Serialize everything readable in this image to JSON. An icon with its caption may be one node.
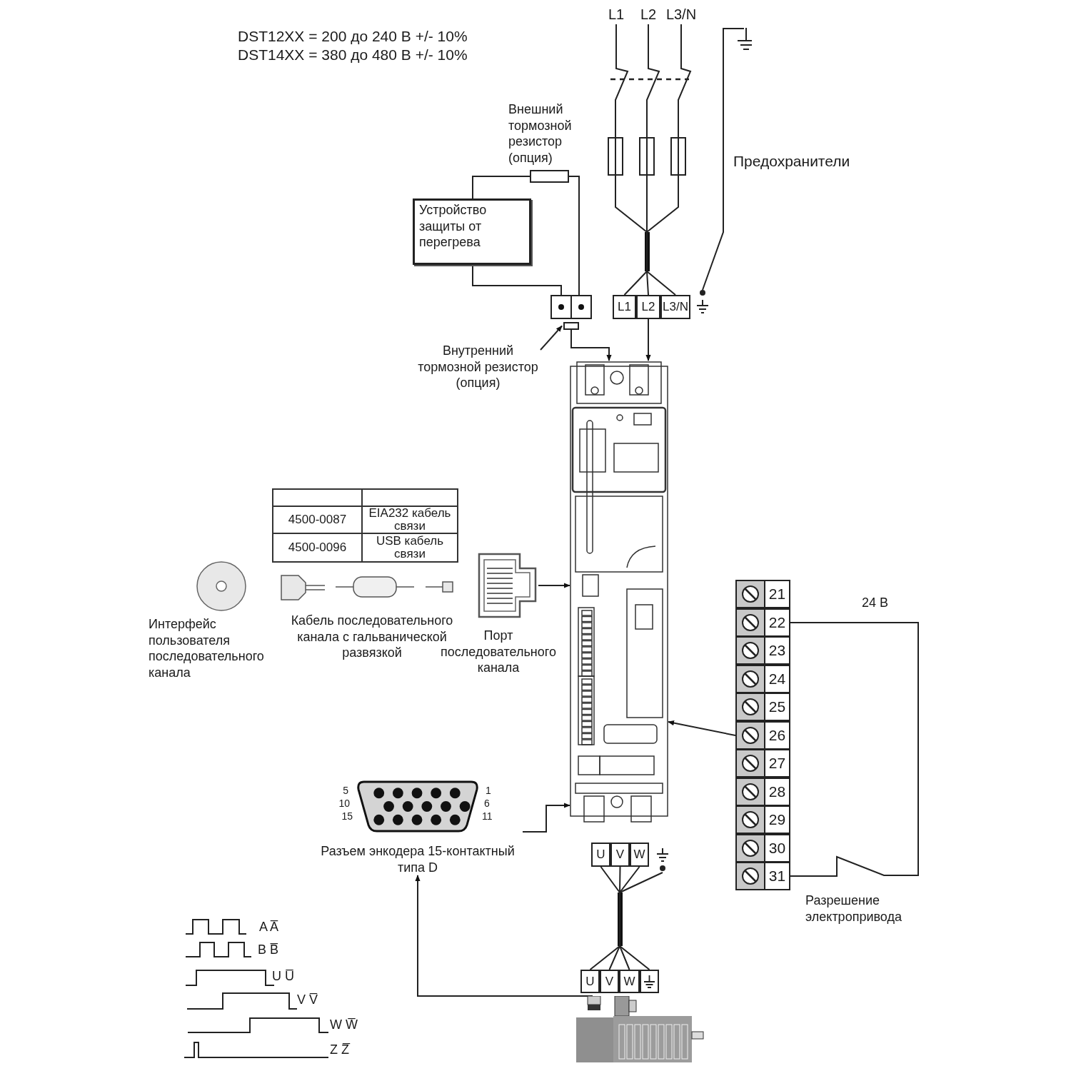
{
  "diagram": {
    "nodes": [
      {
        "text": [
          "L1"
        ]
      },
      {
        "text": [
          "L2"
        ]
      },
      {
        "text": [
          "L3/N"
        ]
      },
      {
        "text": [],
        "shape": "ground"
      },
      {
        "text": [],
        "shape": "box",
        "beside": [
          "Внешний тормозной резистор (опция)"
        ]
      },
      {
        "text": [
          "Устройство защиты от перегрева"
        ]
      },
      {
        "text": [],
        "shape": "box"
      },
      {
        "text": [],
        "shape": "box"
      },
      {
        "text": [
          "Внутренний тормозной резистор (опция)"
        ]
      },
      {
        "text": [
          "L1"
        ]
      },
      {
        "text": [
          "L2"
        ]
      },
      {
        "text": [
          "L3/N"
        ]
      },
      {
        "text": [],
        "shape": "ground"
      },
      {
        "text": [],
        "shape": "picture"
      },
      {
        "text": [],
        "shape": "picture",
        "beside": [
          "Порт последовательного канала"
        ]
      },
      {
        "text": [
          "21"
        ]
      },
      {
        "text": [
          "22"
        ]
      },
      {
        "text": [
          "23"
        ]
      },
      {
        "text": [
          "24"
        ]
      },
      {
        "text": [
          "25"
        ]
      },
      {
        "text": [
          "26"
        ]
      },
      {
        "text": [
          "27"
        ]
      },
      {
        "text": [
          "28"
        ]
      },
      {
        "text": [
          "29"
        ]
      },
      {
        "text": [
          "30"
        ]
      },
      {
        "text": [
          "31"
        ]
      },
      {
        "text": [
          "Разъем энкодера 15-контактный типа D"
        ]
      },
      {
        "text": [
          "U"
        ]
      },
      {
        "text": [
          "V"
        ]
      },
      {
        "text": [
          "W"
        ]
      },
      {
        "text": [],
        "shape": "ground"
      },
      {
        "text": [
          "U"
        ]
      },
      {
        "text": [
          "V"
        ]
      },
      {
        "text": [
          "W"
        ]
      },
      {
        "text": [],
        "shape": "box"
      },
      {
        "text": [],
        "shape": "picture"
      }
    ],
    "edges": [
      {
        "from": 0,
        "to": 9,
        "arrow": "none"
      },
      {
        "from": 1,
        "to": 10,
        "arrow": "none"
      },
      {
        "from": 2,
        "to": 11,
        "arrow": "none"
      },
      {
        "from": 3,
        "to": 12,
        "arrow": "none"
      },
      {
        "from": 4,
        "to": 5,
        "arrow": "none"
      },
      {
        "from": 4,
        "to": 6,
        "arrow": "none"
      },
      {
        "from": 5,
        "to": 6,
        "arrow": "none"
      },
      {
        "from": 8,
        "to": 7,
        "arrow": "to"
      },
      {
        "from": 7,
        "to": 13,
        "arrow": "to"
      },
      {
        "from": 10,
        "to": 13,
        "arrow": "to"
      },
      {
        "from": 14,
        "to": 13,
        "arrow": "to"
      },
      {
        "from": 20,
        "to": 13,
        "arrow": "to"
      },
      {
        "from": 16,
        "to": 25,
        "arrow": "none",
        "label": "24 В"
      },
      {
        "from": 26,
        "to": 13,
        "arrow": "to"
      },
      {
        "from": 27,
        "to": 31,
        "arrow": "none"
      },
      {
        "from": 28,
        "to": 32,
        "arrow": "none"
      },
      {
        "from": 29,
        "to": 33,
        "arrow": "none"
      },
      {
        "from": 30,
        "to": 34,
        "arrow": "none"
      },
      {
        "from": 35,
        "to": 26,
        "arrow": "to"
      }
    ],
    "labels": [
      "DST12XX = 200 до 240 В +/- 10%",
      "DST14XX = 380 до 480 В +/- 10%",
      "Предохранители",
      "4500-0087",
      "EIA232 кабель связи",
      "4500-0096",
      "USB кабель связи",
      "Интерфейс пользователя последовательного канала",
      "Кабель последовательного канала с гальванической развязкой",
      "5",
      "10",
      "15",
      "1",
      "6",
      "11",
      "Разрешение электропривода",
      "A A̅",
      "B B̅",
      "U U̅",
      "V V̅",
      "W W̅",
      "Z Z̅"
    ]
  }
}
